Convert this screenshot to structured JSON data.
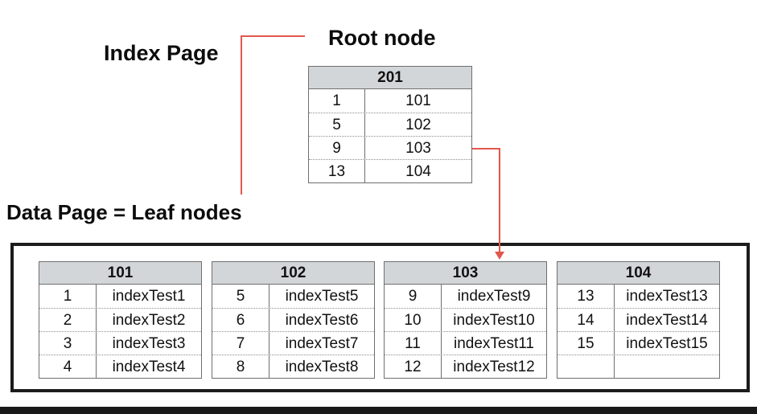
{
  "labels": {
    "index_page": "Index Page",
    "root_node": "Root node",
    "data_page": "Data Page = Leaf nodes"
  },
  "colors": {
    "connector_red": "#e2574c",
    "header_bg": "#d3d6d8",
    "table_border": "#6f6f6f",
    "box_border": "#1c1c1c",
    "bottom_bar": "#191919"
  },
  "root_table": {
    "title": "201",
    "rows": [
      {
        "k": "1",
        "v": "101"
      },
      {
        "k": "5",
        "v": "102"
      },
      {
        "k": "9",
        "v": "103"
      },
      {
        "k": "13",
        "v": "104"
      }
    ]
  },
  "leaf_tables": [
    {
      "title": "101",
      "rows": [
        {
          "k": "1",
          "v": "indexTest1"
        },
        {
          "k": "2",
          "v": "indexTest2"
        },
        {
          "k": "3",
          "v": "indexTest3"
        },
        {
          "k": "4",
          "v": "indexTest4"
        }
      ]
    },
    {
      "title": "102",
      "rows": [
        {
          "k": "5",
          "v": "indexTest5"
        },
        {
          "k": "6",
          "v": "indexTest6"
        },
        {
          "k": "7",
          "v": "indexTest7"
        },
        {
          "k": "8",
          "v": "indexTest8"
        }
      ]
    },
    {
      "title": "103",
      "rows": [
        {
          "k": "9",
          "v": "indexTest9"
        },
        {
          "k": "10",
          "v": "indexTest10"
        },
        {
          "k": "11",
          "v": "indexTest11"
        },
        {
          "k": "12",
          "v": "indexTest12"
        }
      ]
    },
    {
      "title": "104",
      "rows": [
        {
          "k": "13",
          "v": "indexTest13"
        },
        {
          "k": "14",
          "v": "indexTest14"
        },
        {
          "k": "15",
          "v": "indexTest15"
        },
        {
          "k": "",
          "v": ""
        }
      ]
    }
  ]
}
